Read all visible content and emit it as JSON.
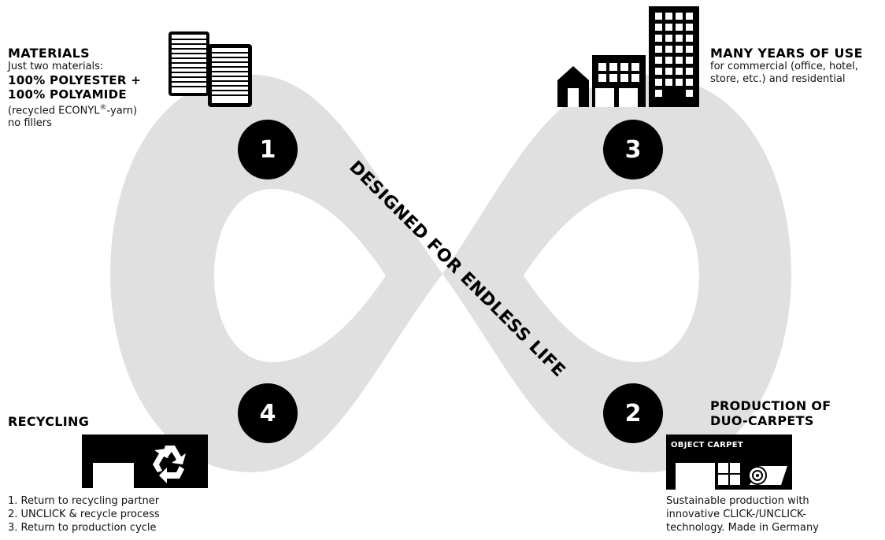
{
  "center_label": "DESIGNED FOR ENDLESS LIFE",
  "steps": [
    {
      "number": "1"
    },
    {
      "number": "2"
    },
    {
      "number": "3"
    },
    {
      "number": "4"
    }
  ],
  "materials": {
    "title": "MATERIALS",
    "intro": "Just two materials:",
    "line1": "100% POLYESTER +",
    "line2": "100% POLYAMIDE",
    "note_pre": "(recycled ECONYL",
    "note_reg": "®",
    "note_post": "-yarn)",
    "note2": "no fillers"
  },
  "use": {
    "title": "MANY YEARS OF USE",
    "line1": "for commercial (office, hotel,",
    "line2": "store, etc.) and residential"
  },
  "production": {
    "title1": "PRODUCTION OF",
    "title2": "DUO-CARPETS",
    "factory_sign": "OBJECT CARPET",
    "line1": "Sustainable production with",
    "line2": "innovative CLICK-/UNCLICK-",
    "line3": "technology. Made in Germany"
  },
  "recycling": {
    "title": "RECYCLING",
    "items": [
      "1. Return to recycling partner",
      "2. UNCLICK & recycle process",
      "3. Return to production cycle"
    ]
  },
  "colors": {
    "loop": "#e0e0e0",
    "ink": "#000000"
  }
}
